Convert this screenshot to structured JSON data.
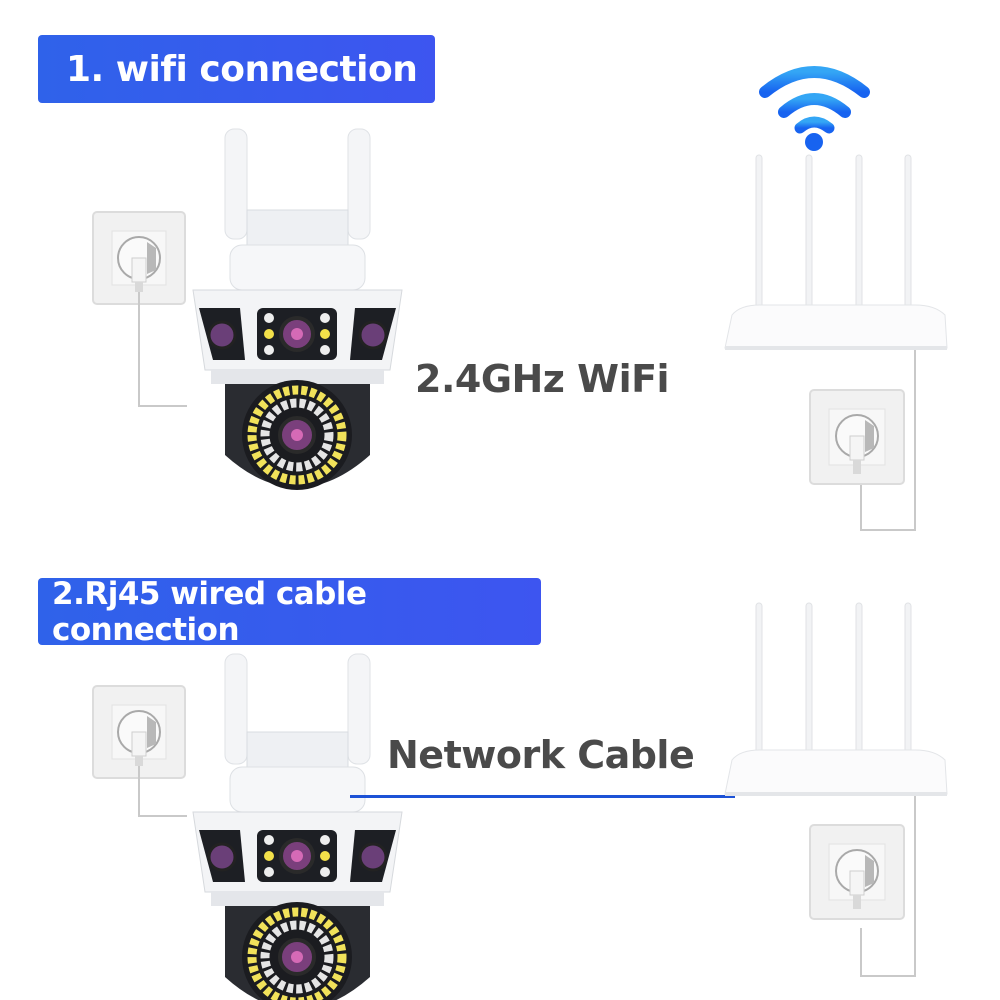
{
  "sections": [
    {
      "id": "wifi",
      "banner": "1. wifi connection",
      "connection_label": "2.4GHz WiFi",
      "icons": [
        "wifi-signal-icon",
        "camera-icon",
        "router-icon",
        "power-socket-icon"
      ]
    },
    {
      "id": "wired",
      "banner": "2.Rj45 wired cable connection",
      "connection_label": "Network Cable",
      "icons": [
        "camera-icon",
        "router-icon",
        "power-socket-icon",
        "network-cable-icon"
      ]
    }
  ],
  "colors": {
    "banner_start": "#2f62ea",
    "banner_end": "#3d55f0",
    "banner_text": "#ffffff",
    "label_text": "#4a4a4a",
    "wifi_icon": "#1a7cf0",
    "cable": "#1d52d6"
  }
}
